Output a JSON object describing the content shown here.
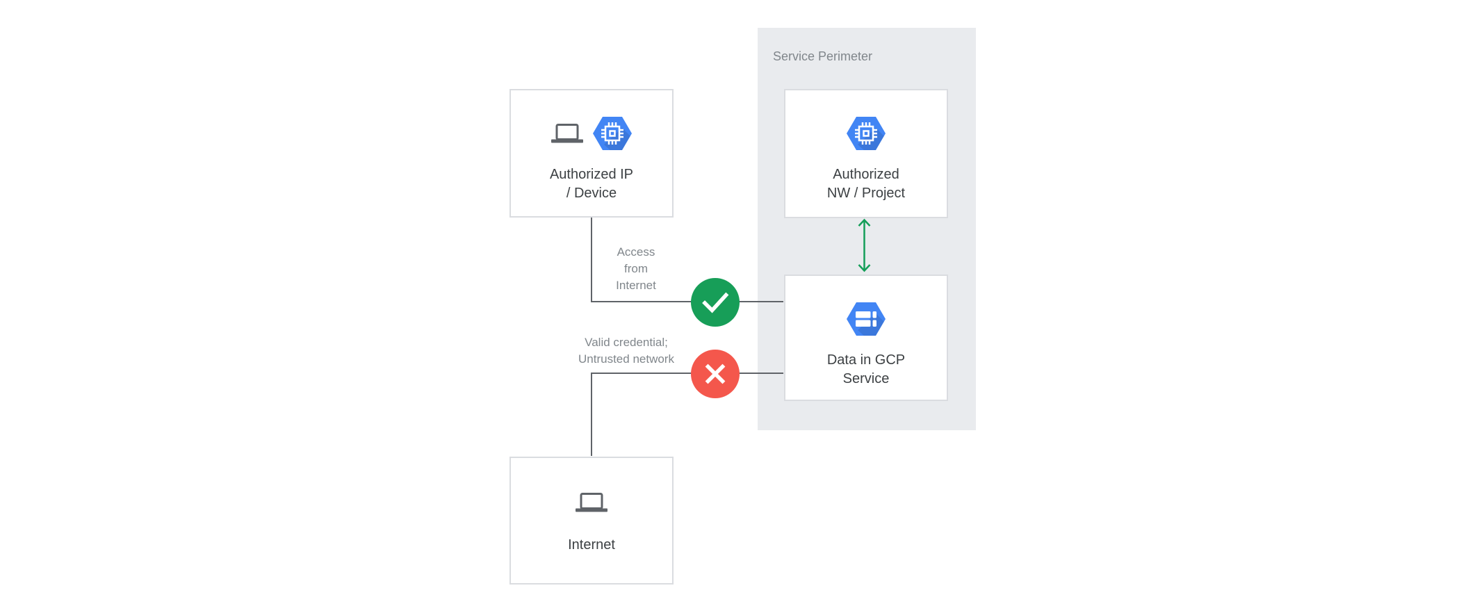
{
  "panel": {
    "label": "Service Perimeter"
  },
  "nodes": {
    "authorized_ip_device": {
      "label": "Authorized IP\n/ Device",
      "icons": [
        "laptop-icon",
        "gcp-hexagon-chip-icon"
      ]
    },
    "authorized_nw_project": {
      "label": "Authorized\nNW / Project",
      "icons": [
        "gcp-hexagon-chip-icon"
      ]
    },
    "data_in_gcp_service": {
      "label": "Data in GCP\nService",
      "icons": [
        "gcp-hexagon-server-icon"
      ]
    },
    "internet": {
      "label": "Internet",
      "icons": [
        "laptop-icon"
      ]
    }
  },
  "edges": {
    "access_from_internet": {
      "label": "Access\nfrom\nInternet",
      "status": "allowed",
      "icon": "check-icon"
    },
    "valid_credential_untrusted_network": {
      "label": "Valid credential;\nUntrusted network",
      "status": "denied",
      "icon": "cross-icon"
    },
    "nw_project_to_data_in_gcp": {
      "type": "bidirectional",
      "icon": "double-arrow-icon"
    }
  },
  "colors": {
    "allowed_green": "#179E58",
    "denied_red": "#F4574C",
    "gcp_blue": "#4285F4",
    "panel_gray": "#E9EBEE",
    "box_border_gray": "#DADCE0",
    "line_gray": "#5F6368",
    "node_text": "#3C4043",
    "annotation_text": "#80868B",
    "background": "#FFFFFF"
  }
}
